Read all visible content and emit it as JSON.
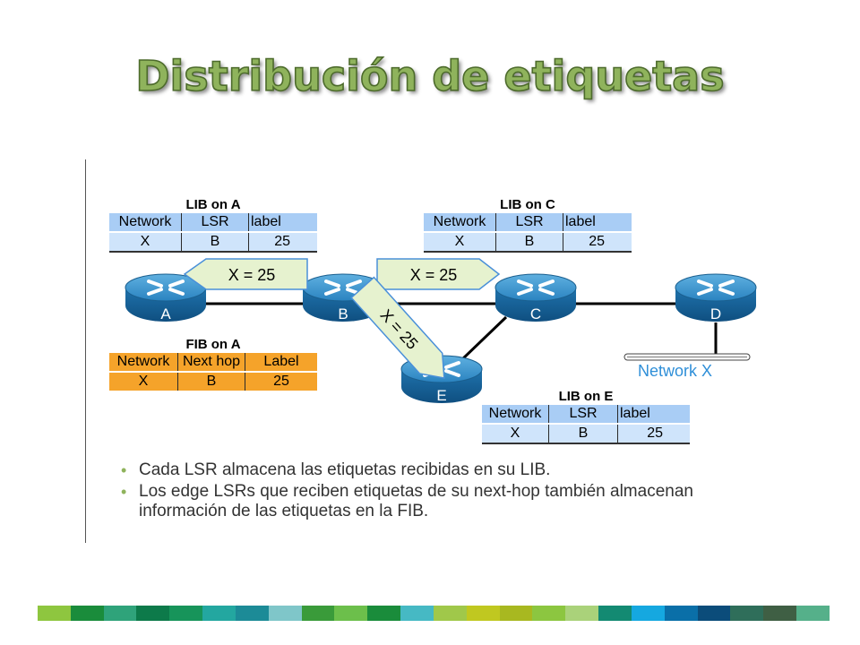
{
  "title": "Distribución de etiquetas",
  "tables": {
    "lib_a": {
      "title": "LIB on A",
      "headers": [
        "Network",
        "LSR",
        "label"
      ],
      "row": [
        "X",
        "B",
        "25"
      ]
    },
    "lib_c": {
      "title": "LIB on C",
      "headers": [
        "Network",
        "LSR",
        "label"
      ],
      "row": [
        "X",
        "B",
        "25"
      ]
    },
    "fib_a": {
      "title": "FIB on A",
      "headers": [
        "Network",
        "Next hop",
        "Label"
      ],
      "row": [
        "X",
        "B",
        "25"
      ]
    },
    "lib_e": {
      "title": "LIB on E",
      "headers": [
        "Network",
        "LSR",
        "label"
      ],
      "row": [
        "X",
        "B",
        "25"
      ]
    }
  },
  "routers": {
    "a": "A",
    "b": "B",
    "c": "C",
    "d": "D",
    "e": "E"
  },
  "advertisements": {
    "to_a": "X = 25",
    "to_c": "X = 25",
    "to_e": "X = 25"
  },
  "network_label": "Network X",
  "bullets": [
    "Cada LSR almacena las etiquetas recibidas en su LIB.",
    "Los edge LSRs que reciben etiquetas de su next-hop también almacenan información de las etiquetas en la FIB."
  ],
  "colors": {
    "title_fill": "#8fb35c",
    "router": "#1b6fa8",
    "lib_header": "#a9cdf5",
    "lib_row": "#cfe4fb",
    "fib": "#f5a32a",
    "advert_fill": "#e6f2cf",
    "advert_stroke": "#4a90d9",
    "network_x_text": "#2f8fd8"
  },
  "footer_colors": [
    "#8ec63f",
    "#1a8c3b",
    "#2fa37a",
    "#0d7a4a",
    "#17945a",
    "#23a7a0",
    "#1c8b97",
    "#7fc6c9",
    "#3a9b3a",
    "#6cbf4b",
    "#1a8c3b",
    "#46b9c4",
    "#a0c84a",
    "#c0c820",
    "#a8b820",
    "#8cc640",
    "#aad27a",
    "#138a72",
    "#15a8e0",
    "#0a6fa8",
    "#0b4c7a",
    "#2f6e5a",
    "#3f5f44",
    "#55b08a"
  ]
}
